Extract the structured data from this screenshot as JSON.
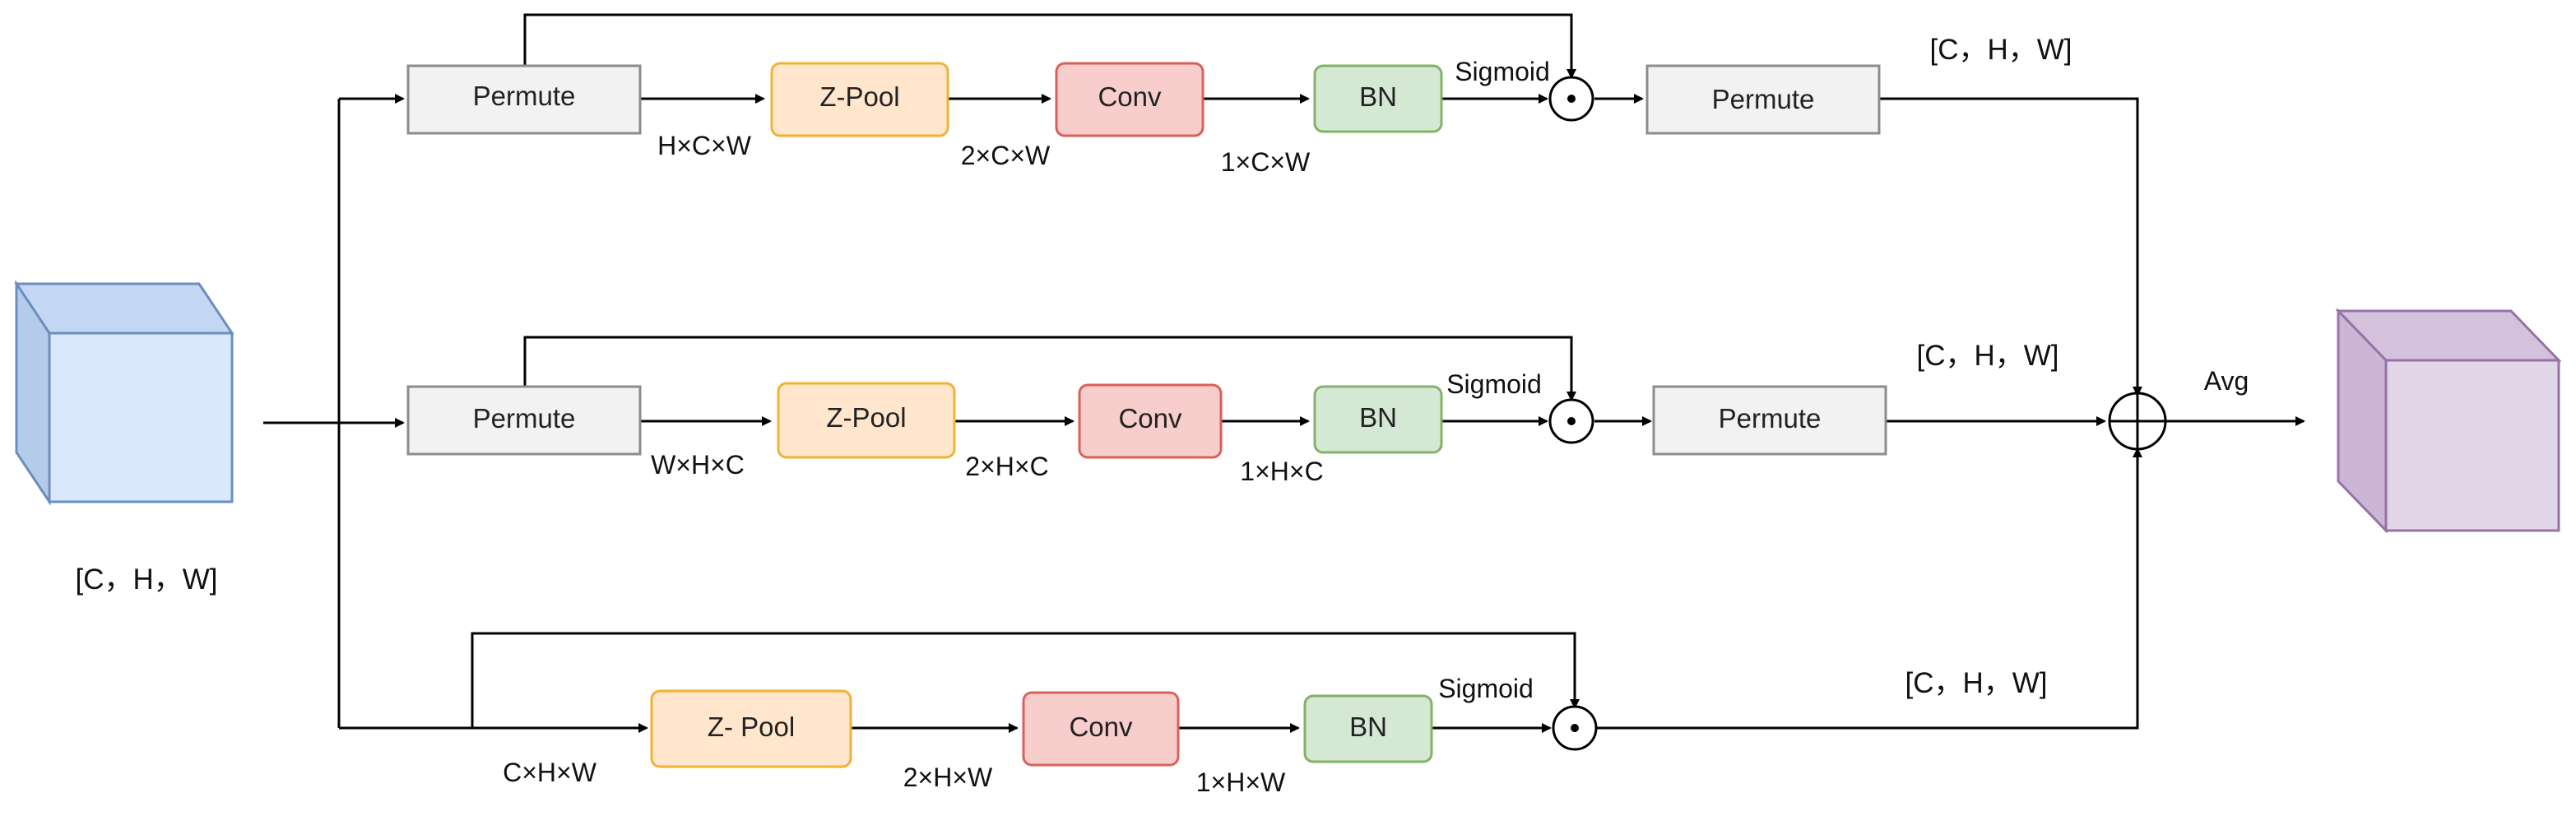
{
  "colors": {
    "permute_fill": "#f2f2f2",
    "permute_stroke": "#8c8c8c",
    "zpool_fill": "#ffe6cc",
    "zpool_stroke": "#f0b233",
    "conv_fill": "#f8cecc",
    "conv_stroke": "#d9605b",
    "bn_fill": "#d5e8d4",
    "bn_stroke": "#82b366",
    "input_cube_fill": "#dae8fc",
    "input_cube_stroke": "#6c8ebf",
    "output_cube_fill": "#e1d5e7",
    "output_cube_stroke": "#9673a6",
    "line": "#000000"
  },
  "input": {
    "shape_label": "[C，H，W]"
  },
  "output": {
    "avg_label": "Avg"
  },
  "branch1": {
    "permute1": "Permute",
    "zpool": "Z-Pool",
    "conv": "Conv",
    "bn": "BN",
    "sigmoid": "Sigmoid",
    "permute2": "Permute",
    "dim_after_permute": "H×C×W",
    "dim_after_zpool": "2×C×W",
    "dim_after_conv": "1×C×W",
    "shape_label": "[C，H，W]"
  },
  "branch2": {
    "permute1": "Permute",
    "zpool": "Z-Pool",
    "conv": "Conv",
    "bn": "BN",
    "sigmoid": "Sigmoid",
    "permute2": "Permute",
    "dim_after_permute": "W×H×C",
    "dim_after_zpool": "2×H×C",
    "dim_after_conv": "1×H×C",
    "shape_label": "[C，H，W]"
  },
  "branch3": {
    "zpool": "Z- Pool",
    "conv": "Conv",
    "bn": "BN",
    "sigmoid": "Sigmoid",
    "dim_input": "C×H×W",
    "dim_after_zpool": "2×H×W",
    "dim_after_conv": "1×H×W",
    "shape_label": "[C，H，W]"
  }
}
